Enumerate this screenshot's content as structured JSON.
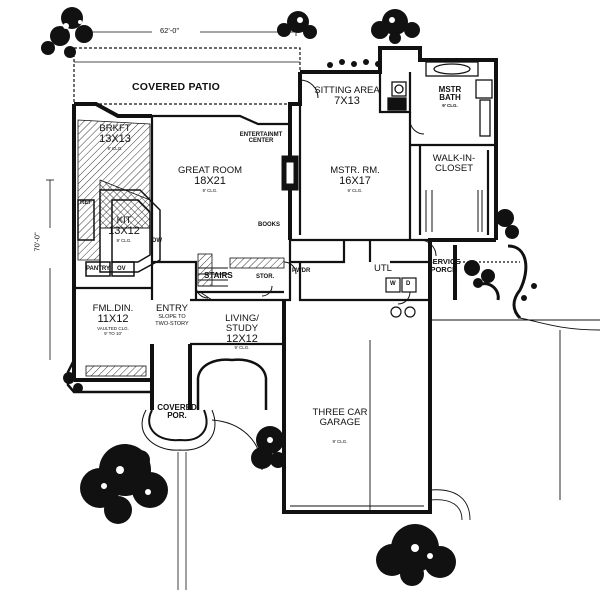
{
  "plan": {
    "overall_width": "62'-0\"",
    "overall_depth": "70'-0\"",
    "rooms": {
      "covered_patio": {
        "name": "COVERED PATIO"
      },
      "brkft": {
        "name": "BRKFT",
        "size": "13X13",
        "ceiling": "9' CLG."
      },
      "great_room": {
        "name": "GREAT ROOM",
        "size": "18X21",
        "ceiling": "9' CLG."
      },
      "entertainment_center": {
        "name": "ENTERTAINMT",
        "name2": "CENTER"
      },
      "books": {
        "name": "BOOKS"
      },
      "kit": {
        "name": "KIT",
        "size": "13X12",
        "ceiling": "9' CLG."
      },
      "pantry": {
        "name": "PANTRY"
      },
      "ov": {
        "name": "OV"
      },
      "dw": {
        "name": "DW"
      },
      "ref": {
        "name": "REF"
      },
      "sitting_area": {
        "name": "SITTING AREA",
        "size": "7X13"
      },
      "mstr_bath": {
        "name": "MSTR",
        "name2": "BATH",
        "ceiling": "9' CLG."
      },
      "mstr_rm": {
        "name": "MSTR. RM.",
        "size": "16X17",
        "ceiling": "9' CLG."
      },
      "walk_in_closet": {
        "name": "WALK-IN-",
        "name2": "CLOSET"
      },
      "utl": {
        "name": "UTL"
      },
      "washer": {
        "name": "W"
      },
      "dryer": {
        "name": "D"
      },
      "service_porch": {
        "name": "SERVICE",
        "name2": "PORCH"
      },
      "stairs": {
        "name": "STAIRS"
      },
      "stor": {
        "name": "STOR."
      },
      "pwdr": {
        "name": "PWDR"
      },
      "fml_din": {
        "name": "FML.DIN.",
        "size": "11X12",
        "ceiling": "VAULTED CLG.",
        "ceiling2": "9' TO 10'"
      },
      "entry": {
        "name": "ENTRY",
        "note": "SLOPE TO",
        "note2": "TWO-STORY"
      },
      "living_study": {
        "name": "LIVING/",
        "name2": "STUDY",
        "size": "12X12",
        "ceiling": "9' CLG."
      },
      "garage": {
        "name": "THREE CAR",
        "name2": "GARAGE",
        "ceiling": "9' CLG."
      },
      "covered_porch": {
        "name": "COVERED",
        "name2": "POR."
      }
    }
  }
}
